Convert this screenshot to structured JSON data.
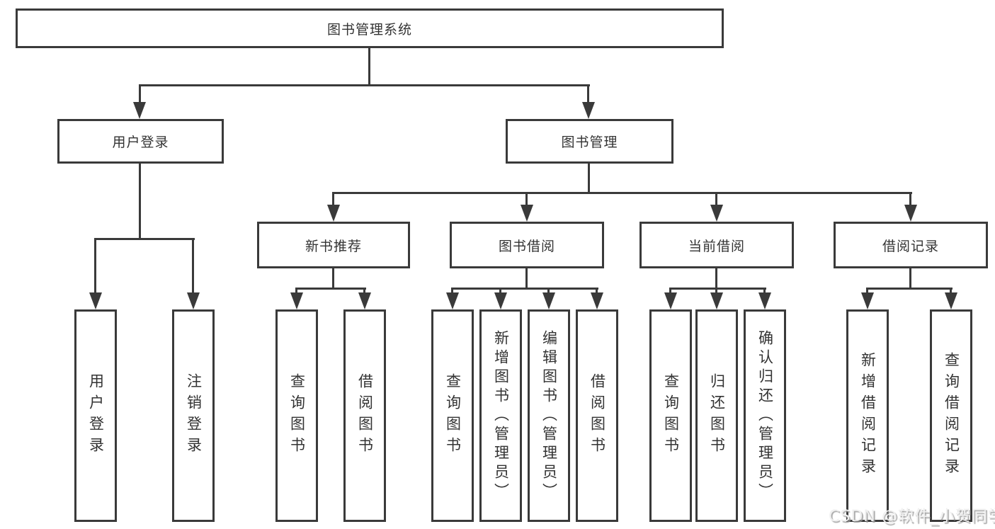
{
  "diagram": {
    "title": "图书管理系统",
    "colors": {
      "line": "#3a3a3a",
      "text": "#333333",
      "background": "#ffffff"
    },
    "nodes": {
      "root": {
        "label": "图书管理系统"
      },
      "user_login": {
        "label": "用户登录"
      },
      "book_management": {
        "label": "图书管理"
      },
      "new_book_recommend": {
        "label": "新书推荐"
      },
      "book_borrowing": {
        "label": "图书借阅"
      },
      "current_borrowing": {
        "label": "当前借阅"
      },
      "borrowing_records": {
        "label": "借阅记录"
      },
      "leaf_user_login": {
        "label": "用户登录"
      },
      "leaf_logout": {
        "label": "注销登录"
      },
      "leaf_query_books_recommend": {
        "label": "查询图书"
      },
      "leaf_borrow_books_recommend": {
        "label": "借阅图书"
      },
      "leaf_query_books_borrowing": {
        "label": "查询图书"
      },
      "leaf_add_books_admin": {
        "label": "新增图书（管理员）"
      },
      "leaf_edit_books_admin": {
        "label": "编辑图书（管理员）"
      },
      "leaf_borrow_books_borrowing": {
        "label": "借阅图书"
      },
      "leaf_query_books_current": {
        "label": "查询图书"
      },
      "leaf_return_books": {
        "label": "归还图书"
      },
      "leaf_confirm_return_admin": {
        "label": "确认归还（管理员）"
      },
      "leaf_add_borrow_record": {
        "label": "新增借阅记录"
      },
      "leaf_query_borrow_record": {
        "label": "查询借阅记录"
      }
    }
  },
  "watermark": {
    "text": "CSDN @软件_小贺同学"
  }
}
